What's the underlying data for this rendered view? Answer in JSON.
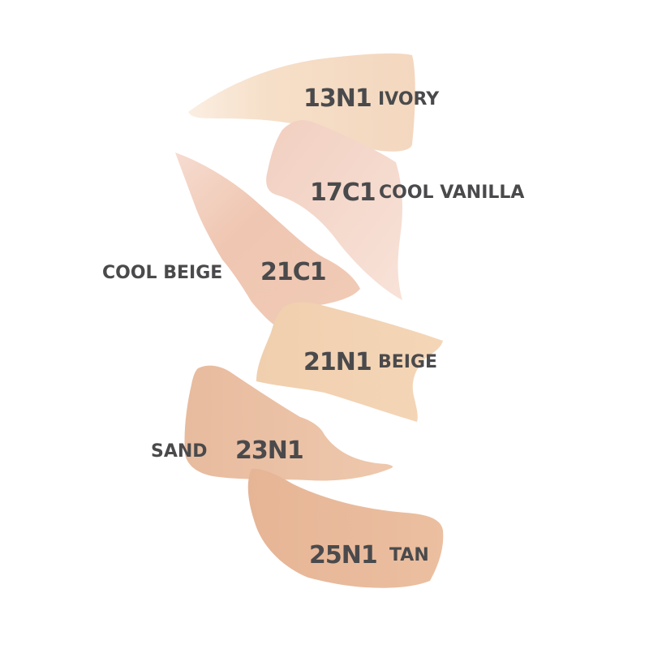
{
  "swatches": [
    {
      "code": "13N1",
      "name": "IVORY",
      "color": "#f6dcc5"
    },
    {
      "code": "17C1",
      "name": "COOL VANILLA",
      "color": "#f5d8cc"
    },
    {
      "code": "21C1",
      "name": "COOL BEIGE",
      "color": "#f0c9b3"
    },
    {
      "code": "21N1",
      "name": "BEIGE",
      "color": "#f3d2b1"
    },
    {
      "code": "23N1",
      "name": "SAND",
      "color": "#ecc3a7"
    },
    {
      "code": "25N1",
      "name": "TAN",
      "color": "#e9bb9b"
    }
  ],
  "colors": {
    "text": "#4a4a4c",
    "background": "#ffffff"
  }
}
